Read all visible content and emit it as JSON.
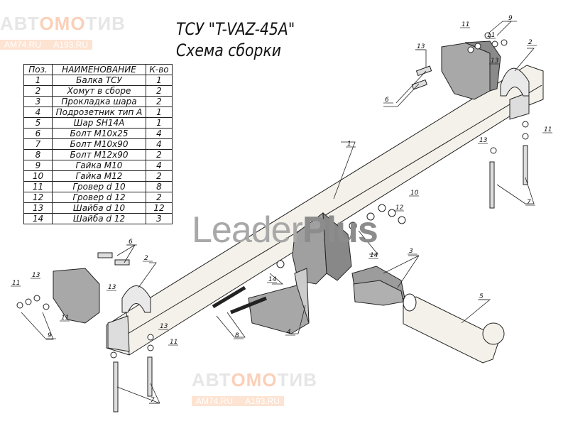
{
  "title": {
    "line1": "ТСУ \"T-VAZ-45A\"",
    "line2": "Схема сборки"
  },
  "table": {
    "headers": [
      "Поз.",
      "НАИМЕНОВАНИЕ",
      "К-во"
    ],
    "rows": [
      [
        "1",
        "Балка ТСУ",
        "1"
      ],
      [
        "2",
        "Хомут в сборе",
        "2"
      ],
      [
        "3",
        "Прокладка шара",
        "2"
      ],
      [
        "4",
        "Подрозетник тип А",
        "1"
      ],
      [
        "5",
        "Шар SH14A",
        "1"
      ],
      [
        "6",
        "Болт М10х25",
        "4"
      ],
      [
        "7",
        "Болт М10х90",
        "4"
      ],
      [
        "8",
        "Болт М12х90",
        "2"
      ],
      [
        "9",
        "Гайка М10",
        "4"
      ],
      [
        "10",
        "Гайка М12",
        "2"
      ],
      [
        "11",
        "Гровер d 10",
        "8"
      ],
      [
        "12",
        "Гровер d 12",
        "2"
      ],
      [
        "13",
        "Шайба d 10",
        "12"
      ],
      [
        "14",
        "Шайба d 12",
        "3"
      ]
    ]
  },
  "callouts": [
    "11",
    "9",
    "11",
    "2",
    "13",
    "13",
    "6",
    "1",
    "13",
    "11",
    "7",
    "10",
    "12",
    "14",
    "3",
    "6",
    "2",
    "13",
    "13",
    "11",
    "11",
    "9",
    "14",
    "8",
    "4",
    "5",
    "13",
    "11",
    "7"
  ],
  "watermark": {
    "brand_left": "АВТ",
    "brand_mid": "OMO",
    "brand_right": "ТИВ",
    "site1": "AM74.RU",
    "site2": "A193.RU",
    "leader1": "Leader",
    "leader2": "Plus"
  },
  "colors": {
    "watermark_orange": "#fde3d2",
    "part_gray": "#9a9a9a",
    "beam": "#f4f1ea"
  }
}
